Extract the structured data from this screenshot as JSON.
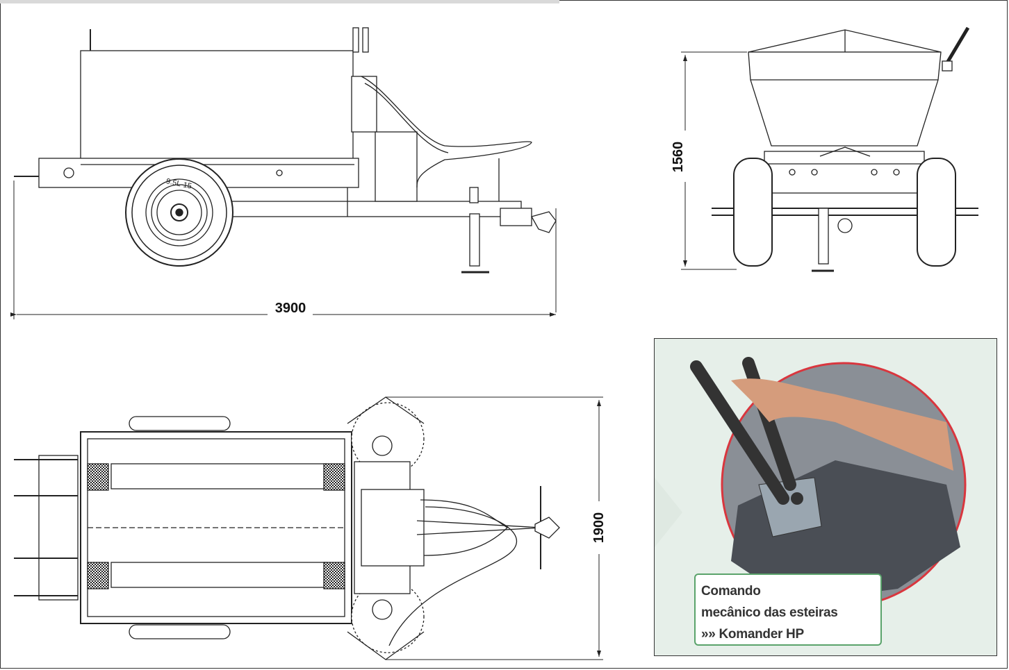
{
  "dimensions": {
    "length": "3900",
    "height": "1560",
    "width": "1900"
  },
  "tire_label": "9.5L-15",
  "photo": {
    "caption_line1": "Comando",
    "caption_line2": "mecânico das esteiras",
    "caption_line3": "»» Komander HP",
    "accent_color": "#d9363e",
    "border_color": "#5aa36b"
  }
}
